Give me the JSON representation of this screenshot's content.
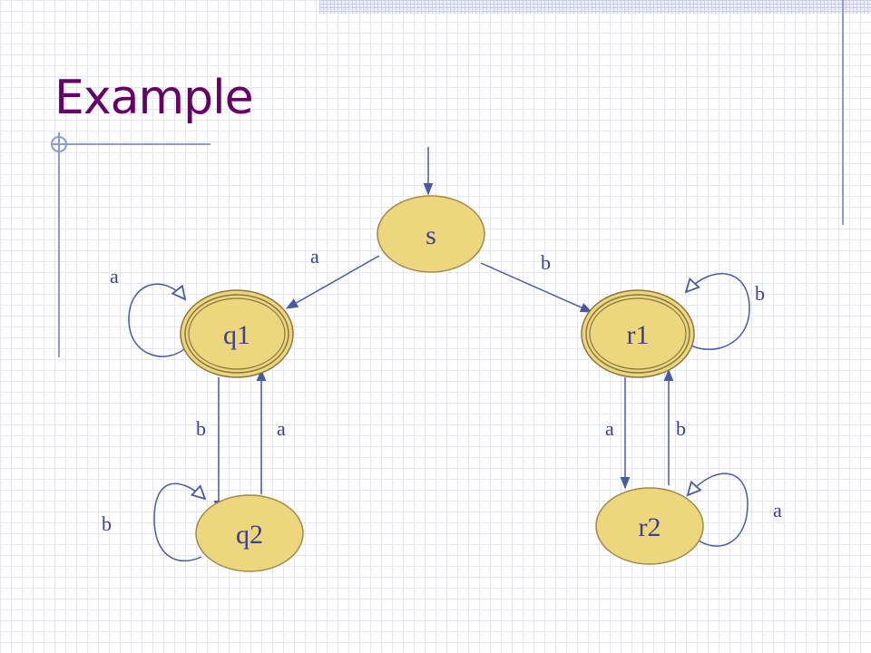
{
  "title": "Example",
  "states": [
    {
      "id": "s",
      "label": "s",
      "accepting": false,
      "initial": true
    },
    {
      "id": "q1",
      "label": "q1",
      "accepting": true
    },
    {
      "id": "r1",
      "label": "r1",
      "accepting": true
    },
    {
      "id": "q2",
      "label": "q2",
      "accepting": false
    },
    {
      "id": "r2",
      "label": "r2",
      "accepting": false
    }
  ],
  "transitions": [
    {
      "from": "s",
      "to": "q1",
      "label": "a"
    },
    {
      "from": "s",
      "to": "r1",
      "label": "b"
    },
    {
      "from": "q1",
      "to": "q1",
      "label": "a"
    },
    {
      "from": "r1",
      "to": "r1",
      "label": "b"
    },
    {
      "from": "q1",
      "to": "q2",
      "label": "b"
    },
    {
      "from": "q2",
      "to": "q1",
      "label": "a"
    },
    {
      "from": "r1",
      "to": "r2",
      "label": "a"
    },
    {
      "from": "r2",
      "to": "r1",
      "label": "b"
    },
    {
      "from": "q2",
      "to": "q2",
      "label": "b"
    },
    {
      "from": "r2",
      "to": "r2",
      "label": "a"
    }
  ],
  "colors": {
    "title": "#660066",
    "node_fill": "#ecd67e",
    "node_stroke": "#a08848",
    "edge": "#4a5aa0",
    "label": "#3f3f8f",
    "accent_rule": "#8a9ccc"
  }
}
